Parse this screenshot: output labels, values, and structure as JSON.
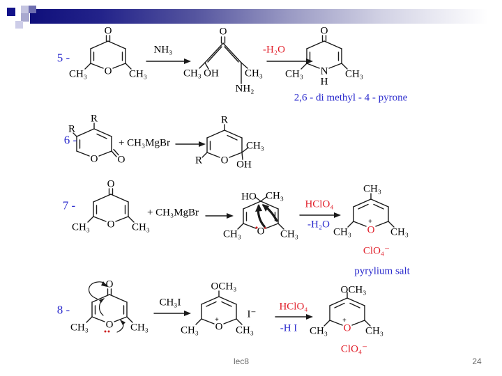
{
  "colors": {
    "accent_blue": "#2b2bcd",
    "accent_red": "#e11d28",
    "bar_navy": "#0f0f7b"
  },
  "atoms": {
    "o": "O",
    "n": "N",
    "h": "H",
    "r": "R",
    "ch3": "CH₃",
    "oh": "OH",
    "ho": "HO",
    "nh2": "NH₂",
    "och3": "OCH₃",
    "plus": "+",
    "iodide": "I⁻",
    "clo4": "ClO₄⁻"
  },
  "rows": {
    "r5": {
      "num": "5 -",
      "reagent": "NH₃",
      "condition": "-H₂O",
      "caption": "2,6 - di methyl - 4 - pyrone"
    },
    "r6": {
      "num": "6 -",
      "reagent": "+ CH₃MgBr"
    },
    "r7": {
      "num": "7 -",
      "reagent": "+ CH₃MgBr",
      "acid": "HClO₄",
      "condition": "-H₂O",
      "caption": "pyrylium salt"
    },
    "r8": {
      "num": "8 -",
      "reagent": "CH₃I",
      "acid": "HClO₄",
      "condition": "-H I"
    }
  },
  "footer": {
    "lecture": "lec8",
    "page": "24"
  }
}
